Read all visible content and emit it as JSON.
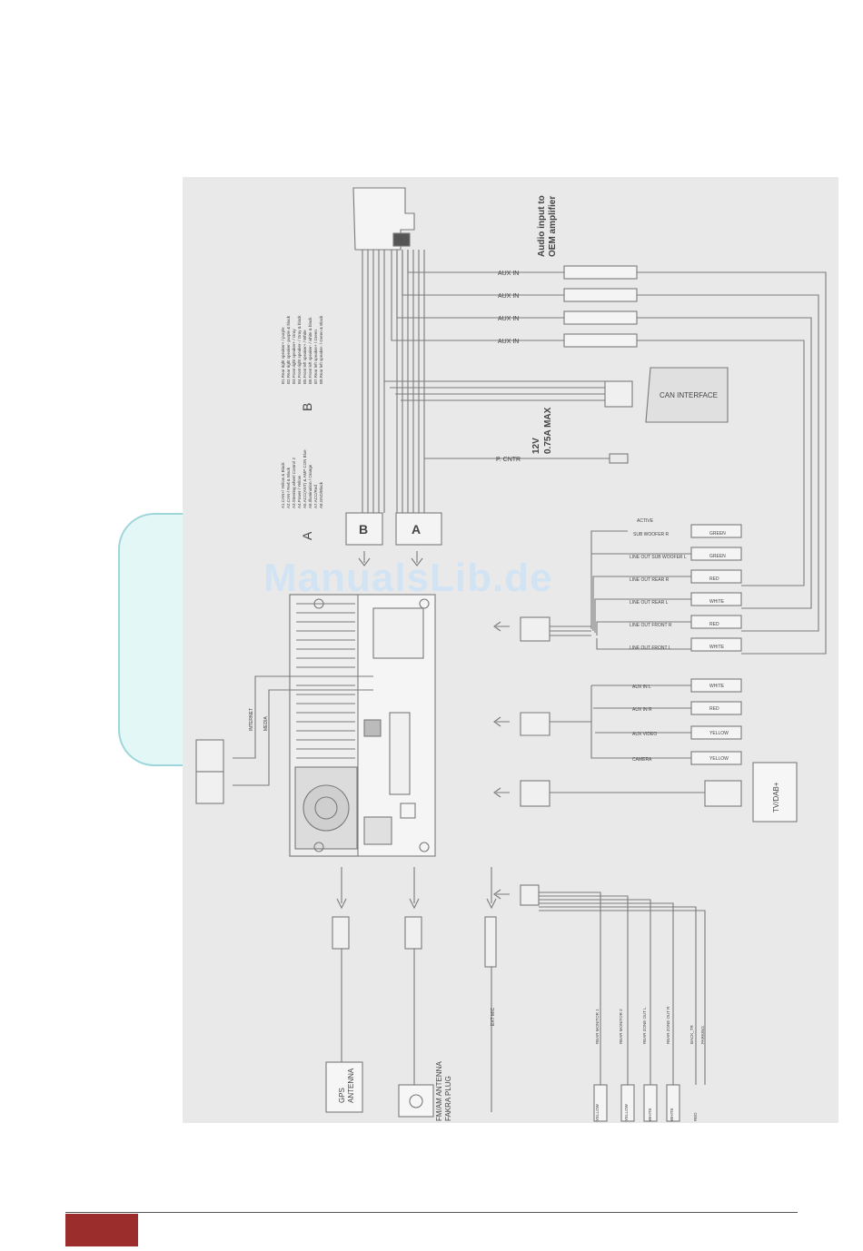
{
  "watermark": "ManualsLib.de",
  "connectors": {
    "a": "A",
    "b": "B"
  },
  "pinout_a": [
    "A1.CAN+/ Yellow & Black",
    "A2.CAN-/ Red & Black",
    "A3.Steering wheel Control 2",
    "A4.Power / Yellow",
    "A5.ACC(ANT) & AMP CON Blue",
    "A6.Illumination / Orange",
    "A7.ACC/Red",
    "A8.GND/Black"
  ],
  "pinout_b": [
    "B1.Rear right speaker+ / purple",
    "B2.Rear right speaker- purple & black",
    "B3.Front right speaker+ / Gray",
    "B4.Front right speaker- / Gray & black",
    "B5.Front left speaker+ / White",
    "B6.Front left speaker- / white & black",
    "B7.Rear left speaker+ / Green",
    "B8.Rear left speaker- / Green & Black"
  ],
  "aux": {
    "heading_line1": "Audio input to",
    "heading_line2": "OEM amplifier",
    "label": "AUX IN"
  },
  "power": {
    "line1": "12V",
    "line2": "0.75A MAX",
    "label": "P. CNTR"
  },
  "can_interface": "CAN INTERFACE",
  "tv_dab": "TV/DAB+",
  "line_out": {
    "active": "ACTIVE",
    "rows": [
      {
        "label": "SUB WOOFER R",
        "color": "GREEN"
      },
      {
        "label": "LINE OUT SUB WOOFER L",
        "color": "GREEN"
      },
      {
        "label": "LINE OUT REAR R",
        "color": "RED"
      },
      {
        "label": "LINE OUT REAR L",
        "color": "WHITE"
      },
      {
        "label": "LINE OUT FRONT R",
        "color": "RED"
      },
      {
        "label": "LINE OUT FRONT L",
        "color": "WHITE"
      }
    ]
  },
  "av_in": [
    {
      "label": "AUX IN L",
      "color": "WHITE"
    },
    {
      "label": "AUX IN R",
      "color": "RED"
    },
    {
      "label": "AUX VIDEO",
      "color": "YELLOW"
    },
    {
      "label": "CAMERA",
      "color": "YELLOW"
    }
  ],
  "head_unit_labels": {
    "internet": "INTERNET",
    "media": "MEDIA"
  },
  "antenna": {
    "gps_line1": "GPS",
    "gps_line2": "ANTENNA",
    "fm_line1": "FM/AM ANTENNA",
    "fm_line2": "FAKRA PLUG",
    "mic": "EXT MIC"
  },
  "bottom_outputs": [
    {
      "label": "REAR MONITOR 1",
      "color": "YELLOW"
    },
    {
      "label": "REAR MONITOR 2",
      "color": "YELLOW"
    },
    {
      "label": "REAR ZONE OUT L",
      "color": "WHITE"
    },
    {
      "label": "REAR ZONE OUT R",
      "color": "WHITE"
    },
    {
      "label": "BACK_TR",
      "color": "RED"
    },
    {
      "label": "PARKING",
      "color": ""
    }
  ]
}
